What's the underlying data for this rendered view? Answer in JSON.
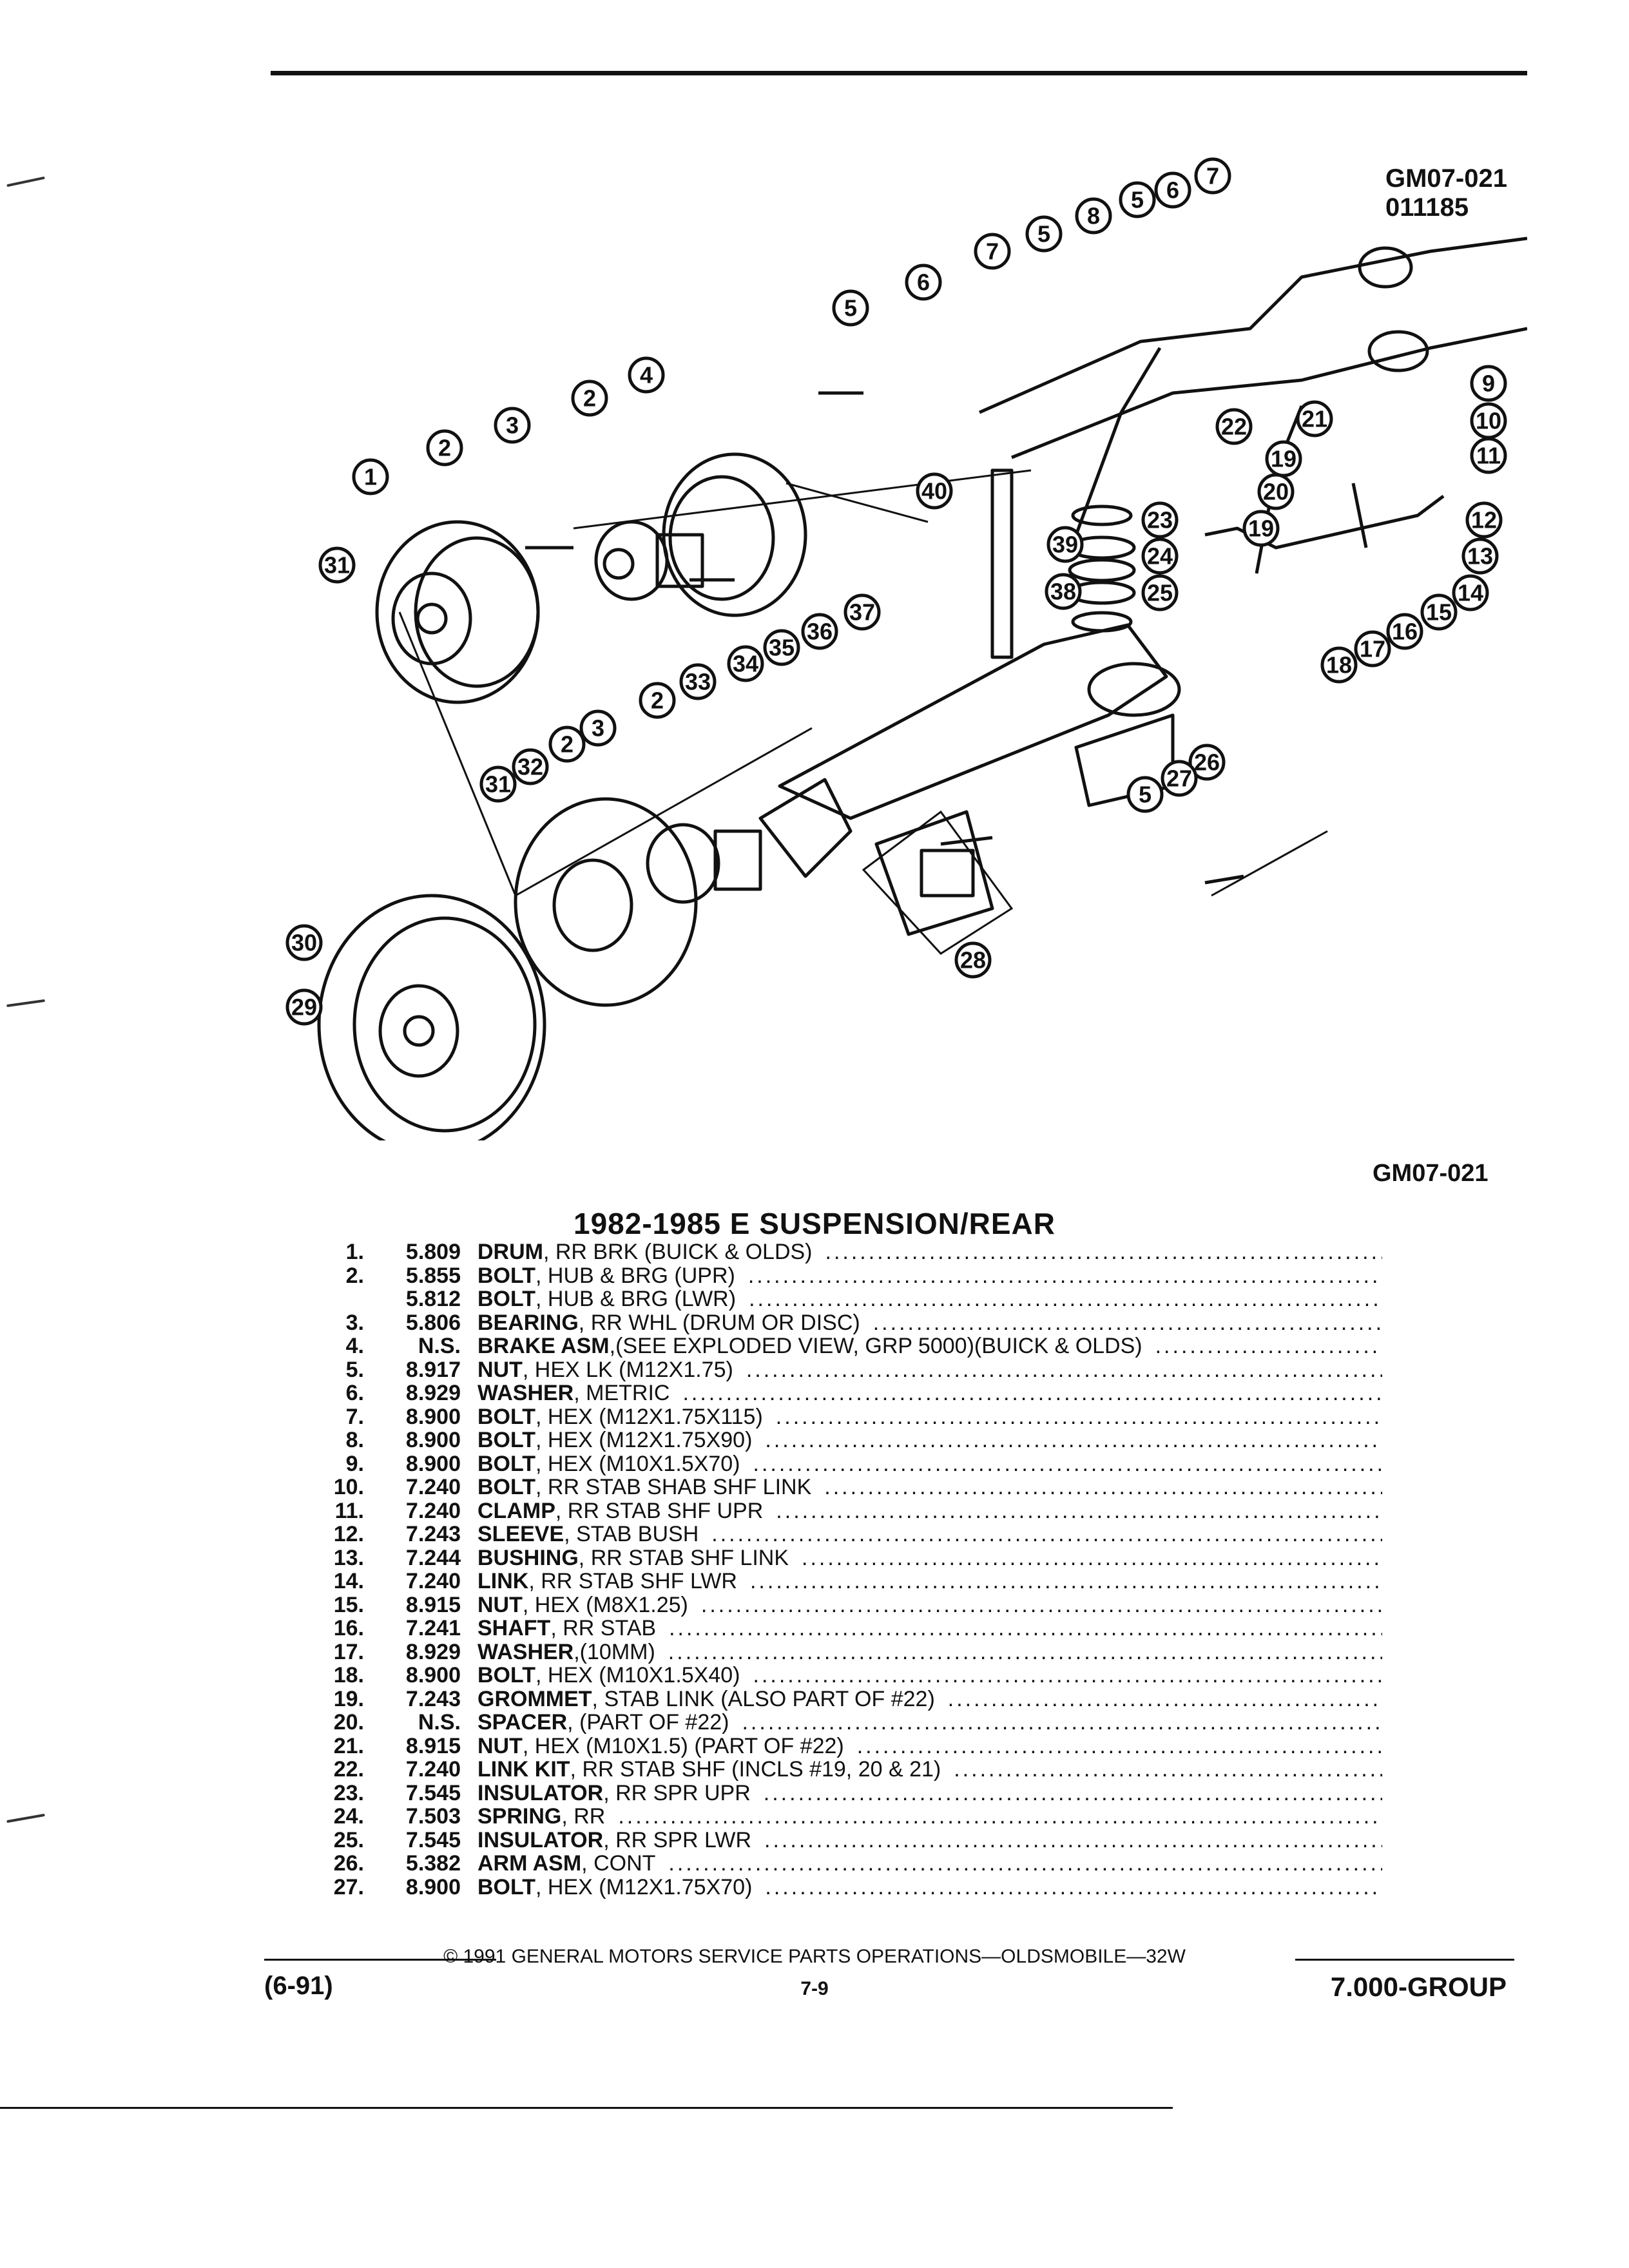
{
  "figure_code_top": "GM07-021",
  "figure_date": "011185",
  "figure_code_bottom": "GM07-021",
  "title": "1982-1985 E SUSPENSION/REAR",
  "callouts": [
    "1",
    "2",
    "3",
    "4",
    "5",
    "6",
    "7",
    "8",
    "9",
    "10",
    "11",
    "12",
    "13",
    "14",
    "15",
    "16",
    "17",
    "18",
    "19",
    "20",
    "21",
    "22",
    "23",
    "24",
    "25",
    "26",
    "27",
    "28",
    "29",
    "30",
    "31",
    "32",
    "33",
    "34",
    "35",
    "36",
    "37",
    "38",
    "39",
    "40"
  ],
  "parts": [
    {
      "num": "1.",
      "code": "5.809",
      "name": "DRUM",
      "desc": ", RR BRK (BUICK & OLDS)"
    },
    {
      "num": "2.",
      "code": "5.855",
      "name": "BOLT",
      "desc": ", HUB & BRG (UPR)"
    },
    {
      "num": "",
      "code": "5.812",
      "name": "BOLT",
      "desc": ", HUB & BRG (LWR)"
    },
    {
      "num": "3.",
      "code": "5.806",
      "name": "BEARING",
      "desc": ", RR WHL (DRUM OR DISC)"
    },
    {
      "num": "4.",
      "code": "N.S.",
      "name": "BRAKE ASM",
      "desc": ",(SEE EXPLODED VIEW, GRP 5000)(BUICK & OLDS)"
    },
    {
      "num": "5.",
      "code": "8.917",
      "name": "NUT",
      "desc": ", HEX LK (M12X1.75)"
    },
    {
      "num": "6.",
      "code": "8.929",
      "name": "WASHER",
      "desc": ", METRIC"
    },
    {
      "num": "7.",
      "code": "8.900",
      "name": "BOLT",
      "desc": ", HEX (M12X1.75X115)"
    },
    {
      "num": "8.",
      "code": "8.900",
      "name": "BOLT",
      "desc": ", HEX (M12X1.75X90)"
    },
    {
      "num": "9.",
      "code": "8.900",
      "name": "BOLT",
      "desc": ", HEX (M10X1.5X70)"
    },
    {
      "num": "10.",
      "code": "7.240",
      "name": "BOLT",
      "desc": ", RR STAB SHAB SHF LINK"
    },
    {
      "num": "11.",
      "code": "7.240",
      "name": "CLAMP",
      "desc": ", RR STAB SHF UPR"
    },
    {
      "num": "12.",
      "code": "7.243",
      "name": "SLEEVE",
      "desc": ", STAB BUSH"
    },
    {
      "num": "13.",
      "code": "7.244",
      "name": "BUSHING",
      "desc": ", RR STAB SHF LINK"
    },
    {
      "num": "14.",
      "code": "7.240",
      "name": "LINK",
      "desc": ", RR STAB SHF LWR"
    },
    {
      "num": "15.",
      "code": "8.915",
      "name": "NUT",
      "desc": ", HEX (M8X1.25)"
    },
    {
      "num": "16.",
      "code": "7.241",
      "name": "SHAFT",
      "desc": ", RR STAB"
    },
    {
      "num": "17.",
      "code": "8.929",
      "name": "WASHER",
      "desc": ",(10MM)"
    },
    {
      "num": "18.",
      "code": "8.900",
      "name": "BOLT",
      "desc": ", HEX (M10X1.5X40)"
    },
    {
      "num": "19.",
      "code": "7.243",
      "name": "GROMMET",
      "desc": ", STAB LINK (ALSO PART OF #22)"
    },
    {
      "num": "20.",
      "code": "N.S.",
      "name": "SPACER",
      "desc": ", (PART OF #22)"
    },
    {
      "num": "21.",
      "code": "8.915",
      "name": "NUT",
      "desc": ", HEX (M10X1.5) (PART OF #22)"
    },
    {
      "num": "22.",
      "code": "7.240",
      "name": "LINK KIT",
      "desc": ", RR STAB SHF (INCLS #19, 20 & 21)"
    },
    {
      "num": "23.",
      "code": "7.545",
      "name": "INSULATOR",
      "desc": ", RR SPR UPR"
    },
    {
      "num": "24.",
      "code": "7.503",
      "name": "SPRING",
      "desc": ", RR"
    },
    {
      "num": "25.",
      "code": "7.545",
      "name": "INSULATOR",
      "desc": ", RR SPR LWR"
    },
    {
      "num": "26.",
      "code": "5.382",
      "name": "ARM ASM",
      "desc": ", CONT"
    },
    {
      "num": "27.",
      "code": "8.900",
      "name": "BOLT",
      "desc": ", HEX (M12X1.75X70)"
    }
  ],
  "footer": {
    "copyright": "© 1991 GENERAL MOTORS SERVICE PARTS OPERATIONS—OLDSMOBILE—32W",
    "date_code": "(6-91)",
    "page": "7-9",
    "group": "7.000-GROUP"
  }
}
